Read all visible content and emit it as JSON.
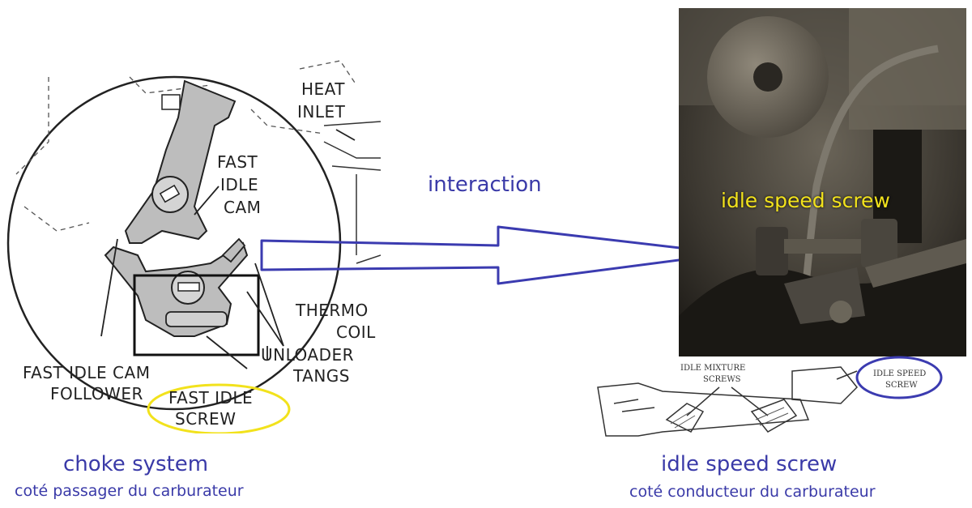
{
  "diagram": {
    "labels": {
      "heat_inlet": [
        "HEAT",
        "INLET"
      ],
      "fast_idle_cam": [
        "FAST",
        "IDLE",
        "CAM"
      ],
      "thermo_coil": [
        "THERMO",
        "COIL"
      ],
      "unloader_tangs": [
        "UNLOADER",
        "TANGS"
      ],
      "fast_idle_cam_follower": [
        "FAST IDLE CAM",
        "FOLLOWER"
      ],
      "fast_idle_screw": [
        "FAST IDLE",
        "SCREW"
      ]
    },
    "arrow_label": "interaction",
    "photo_label": "idle speed screw",
    "small_drawing_labels": {
      "idle_mixture": [
        "IDLE MIXTURE",
        "SCREWS"
      ],
      "idle_speed": [
        "IDLE SPEED",
        "SCREW"
      ]
    },
    "captions": {
      "left_title": "choke system",
      "left_subtitle": "coté passager du carburateur",
      "right_title": "idle speed screw",
      "right_subtitle": "coté conducteur du carburateur"
    },
    "colors": {
      "caption_blue": "#3a3aa8",
      "highlight_yellow": "#f2e21c",
      "arrow_blue": "#3b3bb0"
    }
  }
}
